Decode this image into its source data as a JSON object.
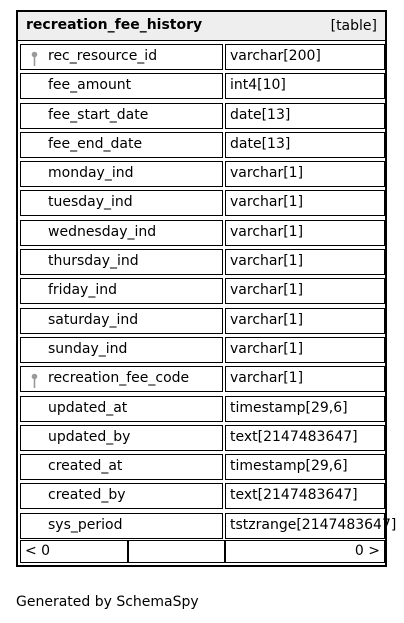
{
  "table": {
    "name": "recreation_fee_history",
    "kind": "[table]"
  },
  "columns": [
    {
      "name": "rec_resource_id",
      "type": "varchar[200]",
      "key": true
    },
    {
      "name": "fee_amount",
      "type": "int4[10]",
      "key": false
    },
    {
      "name": "fee_start_date",
      "type": "date[13]",
      "key": false
    },
    {
      "name": "fee_end_date",
      "type": "date[13]",
      "key": false
    },
    {
      "name": "monday_ind",
      "type": "varchar[1]",
      "key": false
    },
    {
      "name": "tuesday_ind",
      "type": "varchar[1]",
      "key": false
    },
    {
      "name": "wednesday_ind",
      "type": "varchar[1]",
      "key": false
    },
    {
      "name": "thursday_ind",
      "type": "varchar[1]",
      "key": false
    },
    {
      "name": "friday_ind",
      "type": "varchar[1]",
      "key": false
    },
    {
      "name": "saturday_ind",
      "type": "varchar[1]",
      "key": false
    },
    {
      "name": "sunday_ind",
      "type": "varchar[1]",
      "key": false
    },
    {
      "name": "recreation_fee_code",
      "type": "varchar[1]",
      "key": true
    },
    {
      "name": "updated_at",
      "type": "timestamp[29,6]",
      "key": false
    },
    {
      "name": "updated_by",
      "type": "text[2147483647]",
      "key": false
    },
    {
      "name": "created_at",
      "type": "timestamp[29,6]",
      "key": false
    },
    {
      "name": "created_by",
      "type": "text[2147483647]",
      "key": false
    },
    {
      "name": "sys_period",
      "type": "tstzrange[2147483647]",
      "key": false
    }
  ],
  "footer": {
    "parents": "< 0",
    "children": "0 >"
  },
  "generated_by": "Generated by SchemaSpy",
  "colors": {
    "header_bg": "#eeeeee",
    "border": "#000000",
    "key_icon": "#9a9a9a"
  },
  "icons": {
    "key": "key-icon"
  }
}
